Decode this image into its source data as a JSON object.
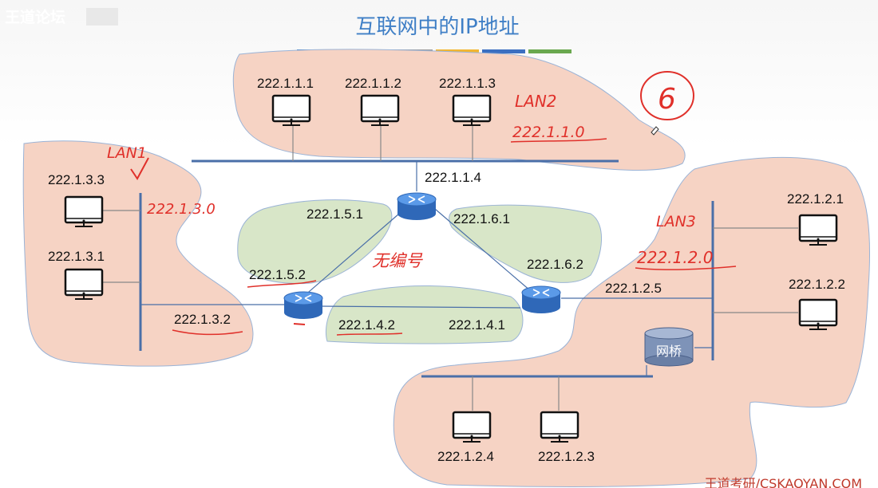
{
  "title": "互联网中的IP地址",
  "watermark": "王道论坛",
  "footer": "王道考研/CSKAOYAN.COM",
  "title_bar_colors": [
    "#3f7fc6",
    "#e07b39",
    "#9e9e9e",
    "#f2b632",
    "#3b6fc1",
    "#6aa84f"
  ],
  "colors": {
    "region_peach": "#f6d3c4",
    "region_green": "#d8e6c8",
    "wire": "#4a6fa8",
    "router": "#3b7fd4",
    "annotation": "#e0302a"
  },
  "networks": {
    "lan2": {
      "label": "LAN2",
      "net": "222.1.1.0",
      "hosts": [
        "222.1.1.1",
        "222.1.1.2",
        "222.1.1.3"
      ]
    },
    "lan1": {
      "label": "LAN1",
      "net": "222.1.3.0",
      "hosts": [
        "222.1.3.3",
        "222.1.3.1"
      ]
    },
    "lan3": {
      "label": "LAN3",
      "net": "222.1.2.0",
      "hosts": [
        "222.1.2.1",
        "222.1.2.2",
        "222.1.2.4",
        "222.1.2.3"
      ]
    }
  },
  "router_ports": {
    "top": "222.1.1.4",
    "r_top_left": "222.1.5.1",
    "r_top_right": "222.1.6.1",
    "r_left_top": "222.1.5.2",
    "r_left_port": "222.1.3.2",
    "r_left_bottom": "222.1.4.2",
    "r_right_left": "222.1.4.1",
    "r_right_top": "222.1.6.2",
    "r_right_port": "222.1.2.5"
  },
  "bridge_label": "网桥",
  "unnumbered_label": "无编号",
  "circled_number": "6"
}
